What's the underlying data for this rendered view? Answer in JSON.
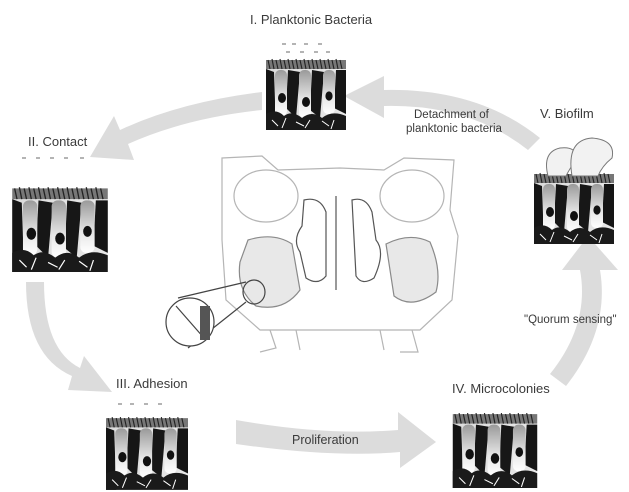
{
  "stages": {
    "planktonic": "I. Planktonic Bacteria",
    "contact": "II. Contact",
    "adhesion": "III. Adhesion",
    "microcolonies": "IV. Microcolonies",
    "biofilm": "V. Biofilm"
  },
  "arrows": {
    "detachment_line1": "Detachment of",
    "detachment_line2": "planktonic bacteria",
    "quorum": "\"Quorum sensing\"",
    "proliferation": "Proliferation"
  },
  "colors": {
    "arrow": "#dcdcdc",
    "text": "#3a3a3a",
    "tissue_dark": "#151515",
    "outline": "#b5b5b5"
  }
}
